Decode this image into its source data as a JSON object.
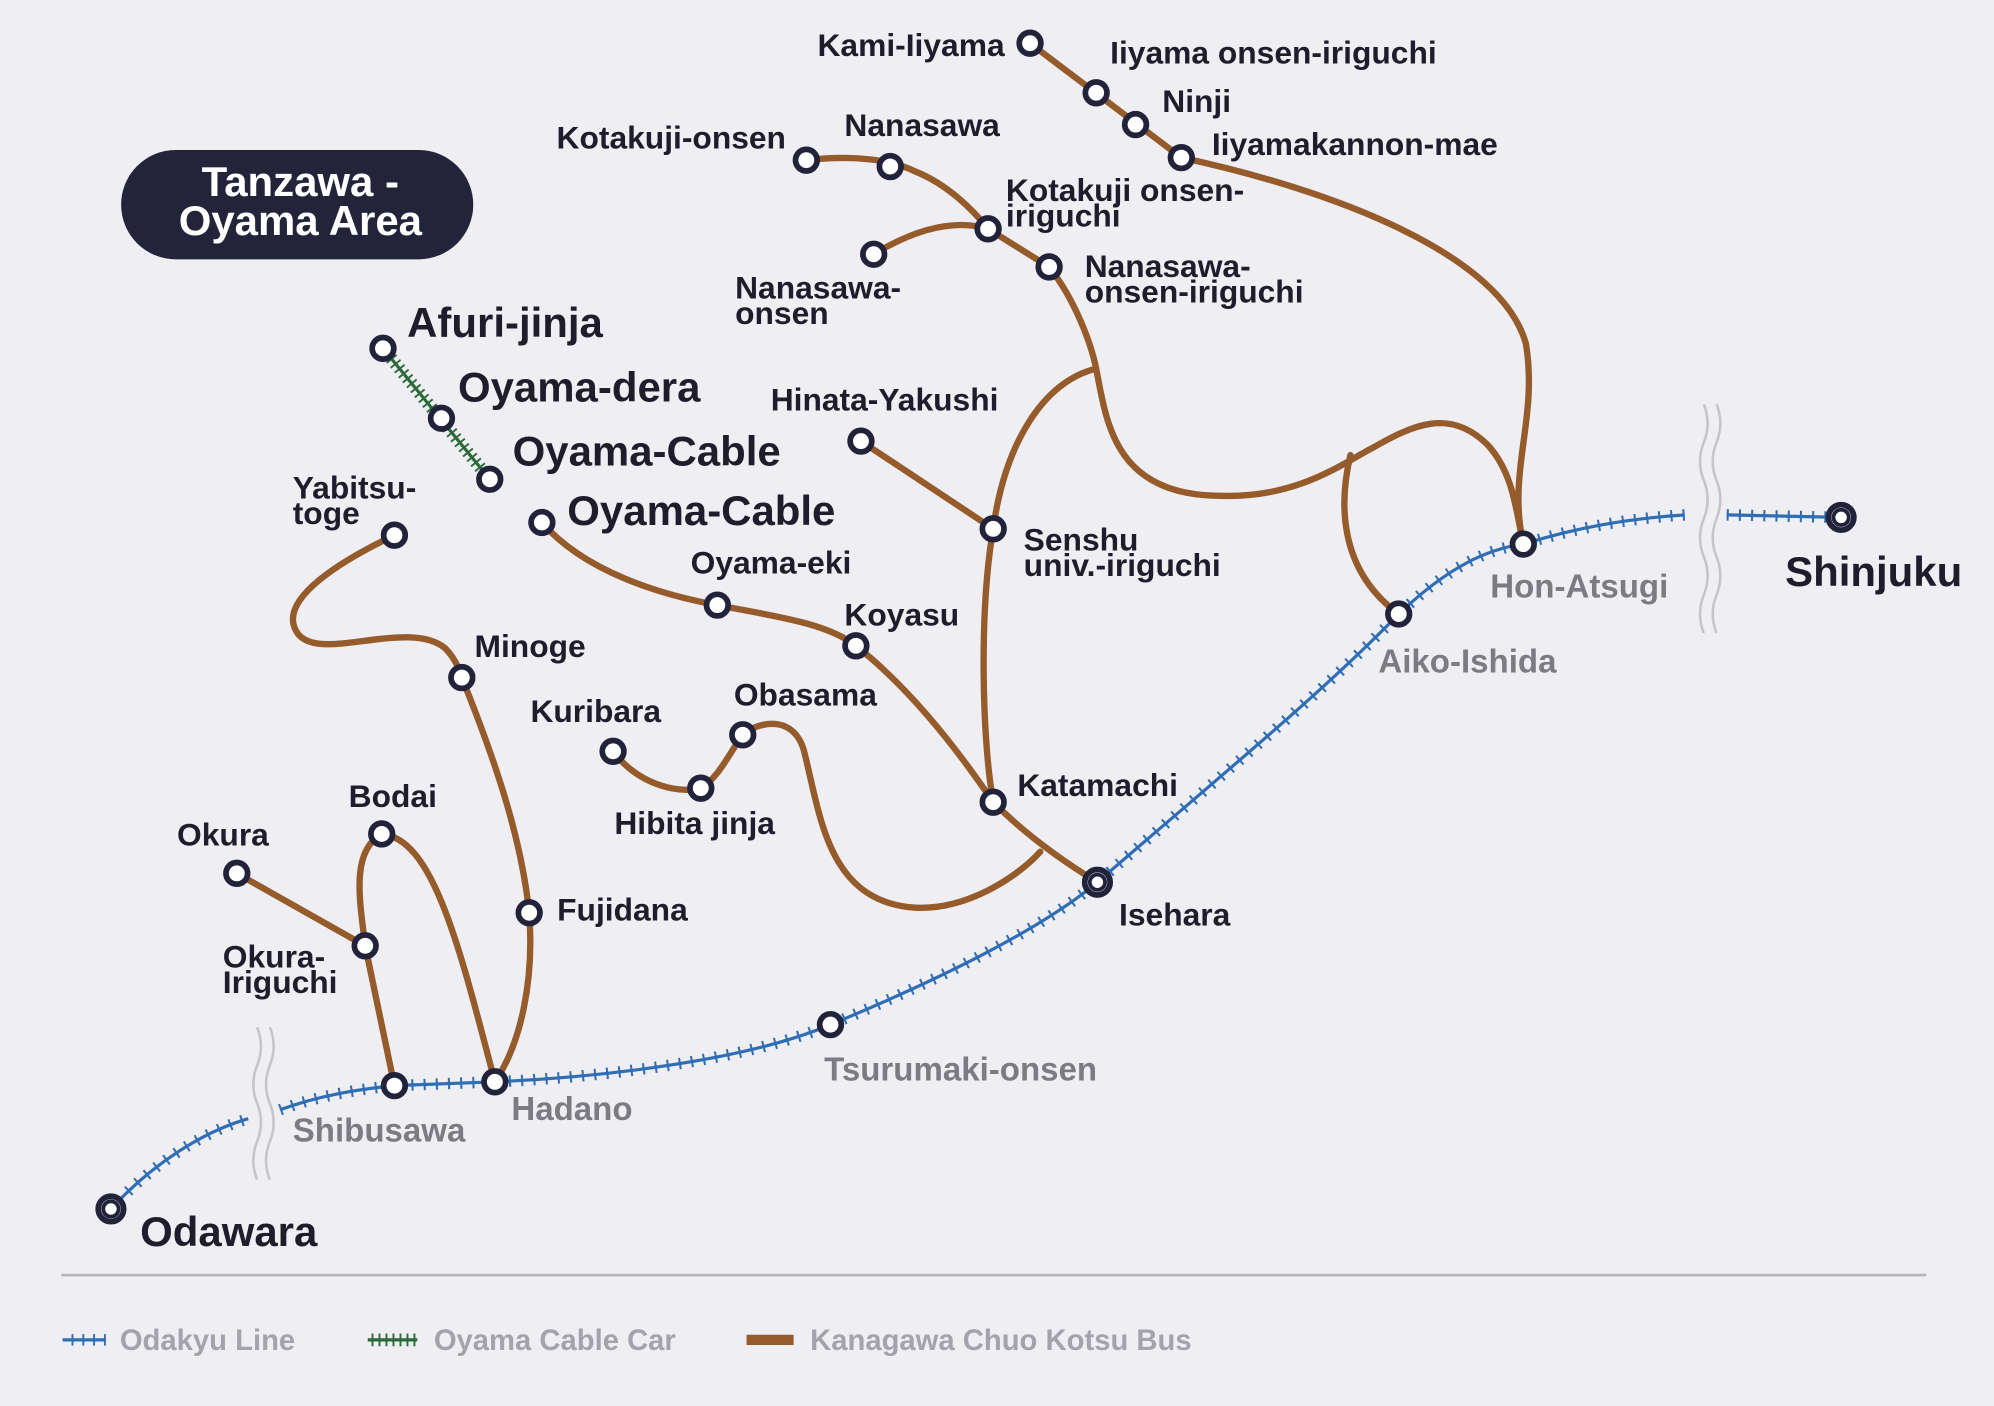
{
  "title": {
    "lines": [
      "Tanzawa -",
      "Oyama Area"
    ],
    "bg_color": "#23233a"
  },
  "colors": {
    "odakyu": "#2f6db5",
    "cable": "#2d6a3a",
    "bus": "#955b2b"
  },
  "stations": [
    {
      "id": "kami-iiyama",
      "lines": [
        "Kami-Iiyama"
      ]
    },
    {
      "id": "iiyama-onsen-iriguchi",
      "lines": [
        "Iiyama onsen-iriguchi"
      ]
    },
    {
      "id": "ninji",
      "lines": [
        "Ninji"
      ]
    },
    {
      "id": "iiyamakannon-mae",
      "lines": [
        "Iiyamakannon-mae"
      ]
    },
    {
      "id": "kotakuji-onsen",
      "lines": [
        "Kotakuji-onsen"
      ]
    },
    {
      "id": "nanasawa",
      "lines": [
        "Nanasawa"
      ]
    },
    {
      "id": "kotakuji-onsen-iriguchi",
      "lines": [
        "Kotakuji onsen-",
        "iriguchi"
      ]
    },
    {
      "id": "nanasawa-onsen",
      "lines": [
        "Nanasawa-",
        "onsen"
      ]
    },
    {
      "id": "nanasawa-onsen-iriguchi",
      "lines": [
        "Nanasawa-",
        "onsen-iriguchi"
      ]
    },
    {
      "id": "hinata-yakushi",
      "lines": [
        "Hinata-Yakushi"
      ]
    },
    {
      "id": "senshu-univ-iriguchi",
      "lines": [
        "Senshu",
        "univ.-iriguchi"
      ]
    },
    {
      "id": "afuri-jinja",
      "lines": [
        "Afuri-jinja"
      ]
    },
    {
      "id": "oyama-dera",
      "lines": [
        "Oyama-dera"
      ]
    },
    {
      "id": "oyama-cable-car",
      "lines": [
        "Oyama-Cable"
      ]
    },
    {
      "id": "oyama-cable-bus",
      "lines": [
        "Oyama-Cable"
      ]
    },
    {
      "id": "oyama-eki",
      "lines": [
        "Oyama-eki"
      ]
    },
    {
      "id": "koyasu",
      "lines": [
        "Koyasu"
      ]
    },
    {
      "id": "yabitsu-toge",
      "lines": [
        "Yabitsu-",
        "toge"
      ]
    },
    {
      "id": "minoge",
      "lines": [
        "Minoge"
      ]
    },
    {
      "id": "kuribara",
      "lines": [
        "Kuribara"
      ]
    },
    {
      "id": "obasama",
      "lines": [
        "Obasama"
      ]
    },
    {
      "id": "hibita-jinja",
      "lines": [
        "Hibita jinja"
      ]
    },
    {
      "id": "katamachi",
      "lines": [
        "Katamachi"
      ]
    },
    {
      "id": "bodai",
      "lines": [
        "Bodai"
      ]
    },
    {
      "id": "okura",
      "lines": [
        "Okura"
      ]
    },
    {
      "id": "okura-iriguchi",
      "lines": [
        "Okura-",
        "Iriguchi"
      ]
    },
    {
      "id": "fujidana",
      "lines": [
        "Fujidana"
      ]
    },
    {
      "id": "isehara",
      "lines": [
        "Isehara"
      ]
    },
    {
      "id": "hadano",
      "lines": [
        "Hadano"
      ]
    },
    {
      "id": "shibusawa",
      "lines": [
        "Shibusawa"
      ]
    },
    {
      "id": "tsurumaki-onsen",
      "lines": [
        "Tsurumaki-onsen"
      ]
    },
    {
      "id": "aiko-ishida",
      "lines": [
        "Aiko-Ishida"
      ]
    },
    {
      "id": "hon-atsugi",
      "lines": [
        "Hon-Atsugi"
      ]
    },
    {
      "id": "shinjuku",
      "lines": [
        "Shinjuku"
      ]
    },
    {
      "id": "odawara",
      "lines": [
        "Odawara"
      ]
    }
  ],
  "legend": [
    {
      "id": "odakyu",
      "label": "Odakyu Line"
    },
    {
      "id": "cable",
      "label": "Oyama Cable Car"
    },
    {
      "id": "bus",
      "label": "Kanagawa Chuo Kotsu Bus"
    }
  ]
}
